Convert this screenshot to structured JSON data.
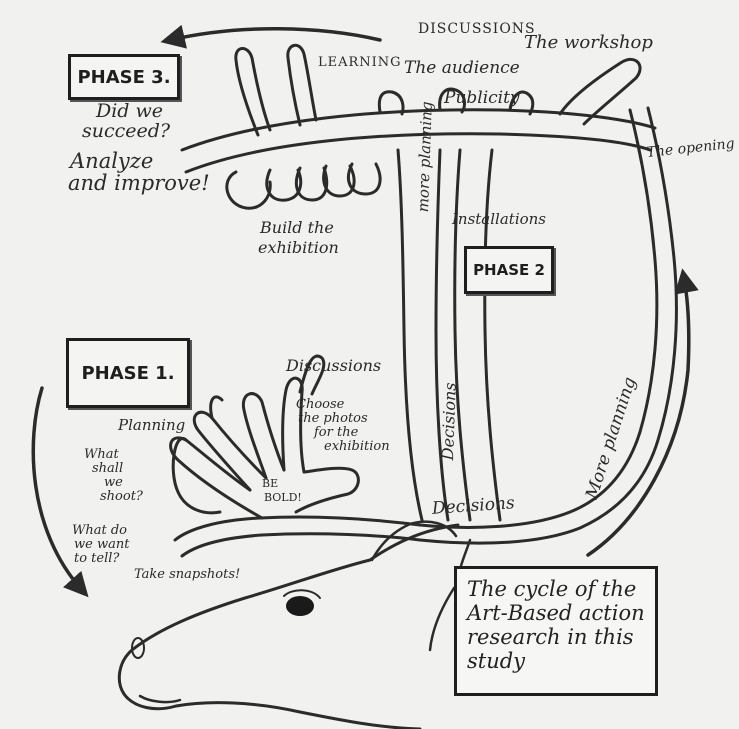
{
  "phases": {
    "phase1": "PHASE 1.",
    "phase2": "PHASE 2",
    "phase3": "PHASE 3."
  },
  "phase3_notes": {
    "did_we_succeed_line1": "Did we",
    "did_we_succeed_line2": "succeed?",
    "analyze_line1": "Analyze",
    "analyze_line2": "and improve!"
  },
  "top_labels": {
    "discussions": "DISCUSSIONS",
    "learning": "LEARNING",
    "workshop": "The workshop",
    "audience": "The audience",
    "publicity": "Publicity",
    "opening": "The opening"
  },
  "middle_labels": {
    "build_line1": "Build the",
    "build_line2": "exhibition",
    "installations": "Installations",
    "more_planning_upper": "more planning",
    "decisions_vertical": "Decisions",
    "more_planning_right": "More planning",
    "decisions_bottom": "Decisions"
  },
  "phase1_labels": {
    "discussions": "Discussions",
    "choose_line1": "Choose",
    "choose_line2": "the photos",
    "choose_line3": "for the",
    "choose_line4": "exhibition",
    "planning": "Planning",
    "what_shoot_line1": "What",
    "what_shoot_line2": "shall",
    "what_shoot_line3": "we",
    "what_shoot_line4": "shoot?",
    "be_bold_line1": "BE",
    "be_bold_line2": "BOLD!",
    "what_tell_line1": "What do",
    "what_tell_line2": "we want",
    "what_tell_line3": "to tell?",
    "snapshots": "Take snapshots!"
  },
  "caption": "The cycle of the\nArt-Based action\nresearch in this\nstudy"
}
